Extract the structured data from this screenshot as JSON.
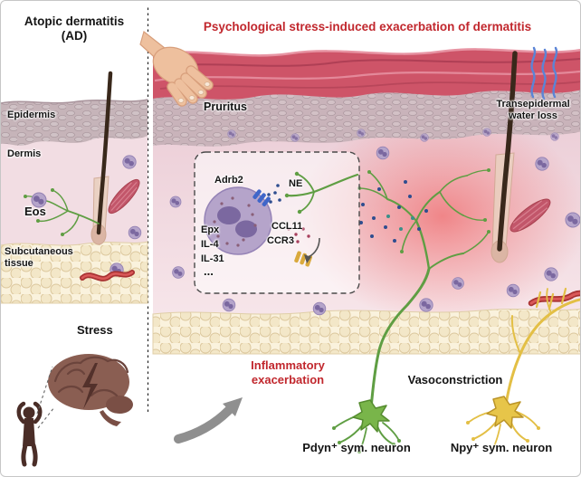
{
  "figure": {
    "left_panel": {
      "title_line1": "Atopic dermatitis",
      "title_line2": "(AD)",
      "epidermis_label": "Epidermis",
      "dermis_label": "Dermis",
      "eos_label": "Eos",
      "subcutaneous_label": "Subcutaneous tissue",
      "stress_label": "Stress"
    },
    "right_panel": {
      "title": "Psychological stress-induced exacerbation of dermatitis",
      "pruritus_label": "Pruritus",
      "water_loss_label": "Transepidermal water loss",
      "inset": {
        "adrb2": "Adrb2",
        "ne": "NE",
        "epx": "Epx",
        "il4": "IL-4",
        "il31": "IL-31",
        "more": "...",
        "ccl11": "CCL11",
        "ccr3": "CCR3"
      },
      "inflammatory_line1": "Inflammatory",
      "inflammatory_line2": "exacerbation",
      "vasoconstriction_label": "Vasoconstriction",
      "pdyn_neuron_label": "Pdyn⁺ sym. neuron",
      "npy_neuron_label": "Npy⁺ sym. neuron"
    }
  },
  "colors": {
    "accent_red": "#c1272d",
    "nerve_green": "#5f9e43",
    "neuron_yellow": "#e3bf45",
    "eos_purple": "#b5a4ca",
    "ne_blue": "#2e4d8f",
    "receptor_blue": "#3f66c9",
    "receptor_yellow": "#d9a93c",
    "brain_brown": "#8a5e52"
  }
}
